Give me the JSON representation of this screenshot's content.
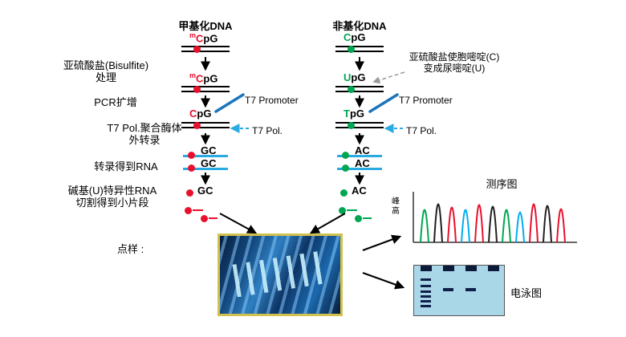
{
  "colors": {
    "methylated_red": "#e8112d",
    "unmethylated_green": "#00a651",
    "rna_strand_cyan": "#29abe2",
    "t7_promoter_blue": "#1b75bb",
    "trace_black": "#231f20",
    "trace_cyan": "#00aeef",
    "photo_border": "#d2c24d",
    "gel_background": "#a9d7e8"
  },
  "left": {
    "title": "甲基化DNA",
    "s1": {
      "sup": "m",
      "c": "C",
      "rest": "pG"
    },
    "s2": {
      "sup": "m",
      "c": "C",
      "rest": "pG"
    },
    "s3": {
      "c": "C",
      "rest": "pG"
    },
    "rna1": "GC",
    "rna2": "GC",
    "frag": "GC"
  },
  "right": {
    "title": "非基化DNA",
    "s1": {
      "c": "C",
      "rest": "pG"
    },
    "s2": {
      "c": "U",
      "rest": "pG"
    },
    "s3": {
      "c": "T",
      "rest": "pG"
    },
    "rna1": "AC",
    "rna2": "AC",
    "frag": "AC"
  },
  "side_labels": {
    "bisulfite_line1": "亚硫酸盐(Bisulfite)",
    "bisulfite_line2": "处理",
    "pcr": "PCR扩增",
    "t7_line1": "T7 Pol.聚合酶体",
    "t7_line2": "外转录",
    "rna": "转录得到RNA",
    "cleavage_line1": "碱基(U)特异性RNA",
    "cleavage_line2": "切割得到小片段",
    "spotting": "点样 :"
  },
  "annotations": {
    "t7_promoter": "T7 Promoter",
    "t7_pol": "T7 Pol.",
    "bisulfite_note_line1": "亚硫酸盐使胞嘧啶(C)",
    "bisulfite_note_line2": "变成尿嘧啶(U)"
  },
  "outputs": {
    "sequencing_title": "测序图",
    "peak_axis_label": "峰高",
    "gel_title": "电泳图"
  },
  "chart_data": {
    "type": "line",
    "title": "测序图",
    "ylabel": "峰高",
    "xlabel": "",
    "legend": "none",
    "description": "Sequencing trace: row of narrow colored bell peaks above a baseline axis",
    "peaks": [
      {
        "color": "#00a651",
        "height": 40
      },
      {
        "color": "#231f20",
        "height": 47
      },
      {
        "color": "#e8112d",
        "height": 43
      },
      {
        "color": "#00aeef",
        "height": 40
      },
      {
        "color": "#e8112d",
        "height": 46
      },
      {
        "color": "#231f20",
        "height": 44
      },
      {
        "color": "#00a651",
        "height": 40
      },
      {
        "color": "#00aeef",
        "height": 37
      },
      {
        "color": "#e8112d",
        "height": 47
      },
      {
        "color": "#231f20",
        "height": 45
      },
      {
        "color": "#e8112d",
        "height": 41
      }
    ]
  }
}
